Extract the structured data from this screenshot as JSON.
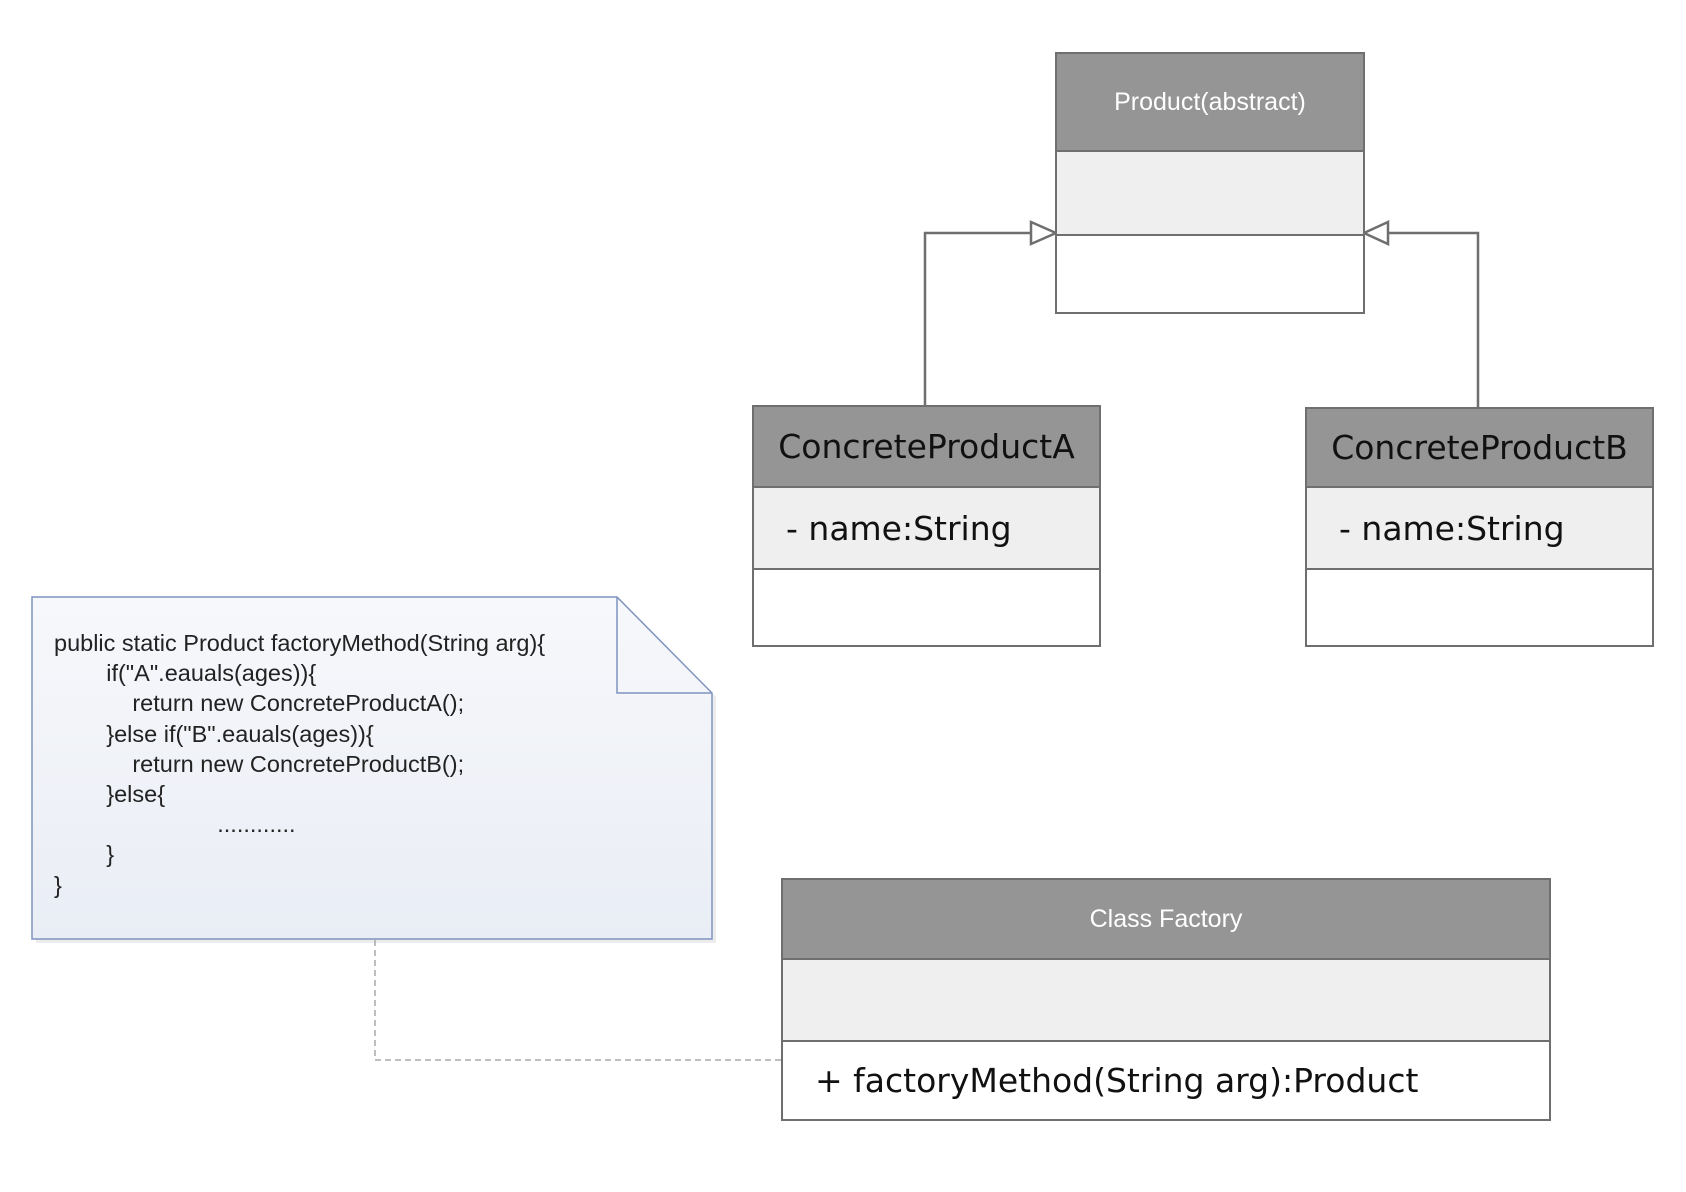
{
  "diagram": {
    "product": {
      "title": "Product(abstract)"
    },
    "concrete_a": {
      "title": "ConcreteProductA",
      "attribute": "- name:String"
    },
    "concrete_b": {
      "title": "ConcreteProductB",
      "attribute": "- name:String"
    },
    "factory": {
      "title": "Class Factory",
      "method": "+ factoryMethod(String arg):Product"
    },
    "note": {
      "code": "public static Product factoryMethod(String arg){\n        if(\"A\".eauals(ages)){\n            return new ConcreteProductA();\n        }else if(\"B\".eauals(ages)){\n            return new ConcreteProductB();\n        }else{\n                         ............\n        }\n}"
    }
  },
  "colors": {
    "header": "#959595",
    "attribute_band": "#efefef",
    "border": "#6f6f6f",
    "note_border": "#7f93bf",
    "note_fill_top": "#f7f8fb",
    "note_fill_bottom": "#e9edf5",
    "connector": "#a8a8a8"
  }
}
